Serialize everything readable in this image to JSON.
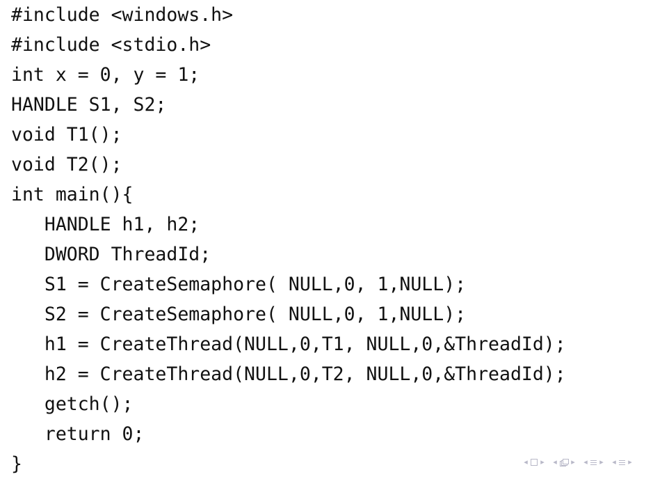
{
  "code": {
    "lines": [
      "#include <windows.h>",
      "#include <stdio.h>",
      "int x = 0, y = 1;",
      "HANDLE S1, S2;",
      "void T1();",
      "void T2();",
      "int main(){",
      "   HANDLE h1, h2;",
      "   DWORD ThreadId;",
      "   S1 = CreateSemaphore( NULL,0, 1,NULL);",
      "   S2 = CreateSemaphore( NULL,0, 1,NULL);",
      "   h1 = CreateThread(NULL,0,T1, NULL,0,&ThreadId);",
      "   h2 = CreateThread(NULL,0,T2, NULL,0,&ThreadId);",
      "   getch();",
      "   return 0;",
      "}"
    ]
  },
  "navigation": {
    "icons": [
      "prev-slide-icon",
      "slide-icon",
      "next-slide-icon",
      "prev-frame-icon",
      "frame-icon",
      "next-frame-icon",
      "prev-section-icon",
      "section-icon",
      "next-section-icon",
      "prev-subsection-icon",
      "subsection-icon",
      "next-subsection-icon"
    ],
    "color": "#b8b8c8"
  }
}
